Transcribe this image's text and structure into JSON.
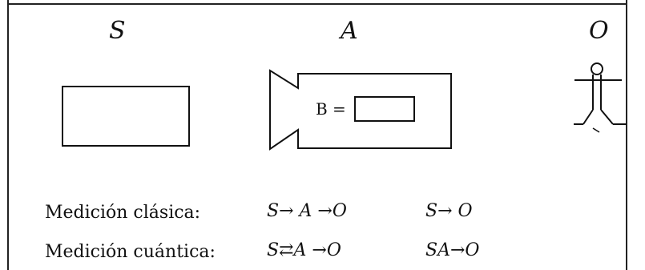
{
  "headings": {
    "system": "S",
    "apparatus": "A",
    "observer": "O"
  },
  "apparatus": {
    "pointer_label": "B ="
  },
  "rows": {
    "classical": {
      "label": "Medición clásica:",
      "formula_chain": "S→ A →O",
      "formula_direct": "S→ O"
    },
    "quantum": {
      "label": "Medición cuántica:",
      "formula_chain": "S⇄A →O",
      "formula_direct": "SA→O"
    }
  },
  "icons": {
    "system": "rectangle-shape",
    "apparatus": "camera-icon",
    "observer": "stick-figure-icon"
  }
}
